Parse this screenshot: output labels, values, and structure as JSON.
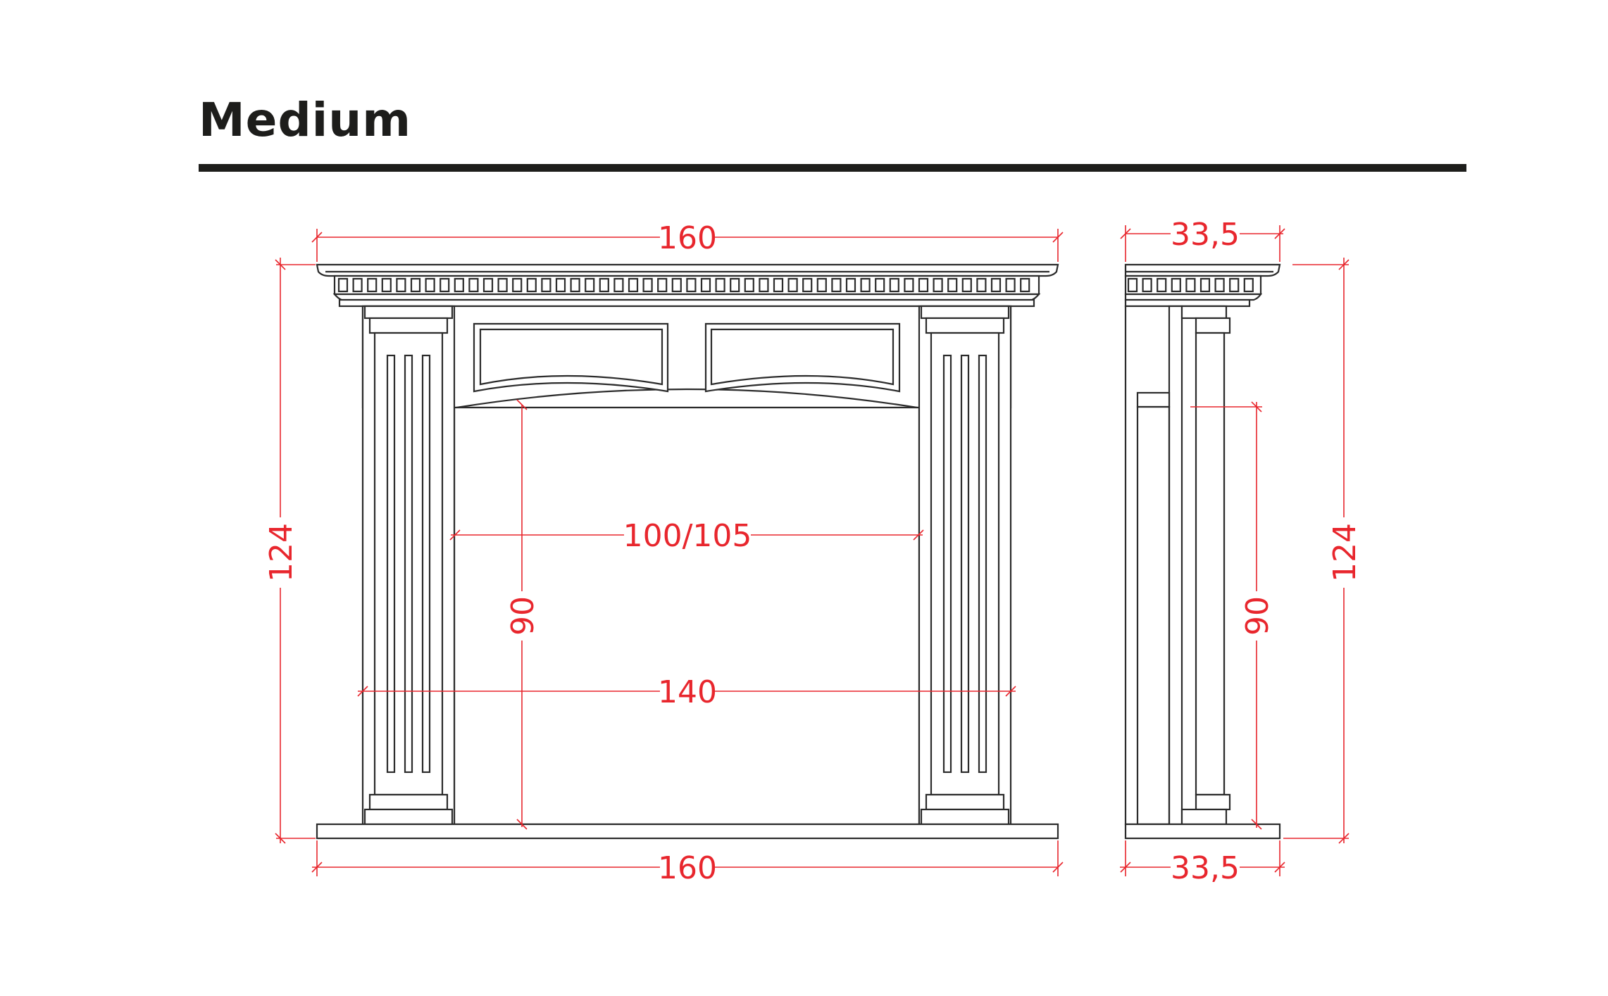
{
  "title": "Medium",
  "dimensions": {
    "front_top_width": "160",
    "front_bottom_width": "160",
    "front_height": "124",
    "opening_width": "100/105",
    "opening_height": "90",
    "inner_width": "140",
    "side_top_depth": "33,5",
    "side_bottom_depth": "33,5",
    "side_height": "124",
    "side_opening_height": "90"
  },
  "colors": {
    "line": "#2b2b2b",
    "dimension": "#e8262d",
    "title": "#1d1d1b"
  }
}
